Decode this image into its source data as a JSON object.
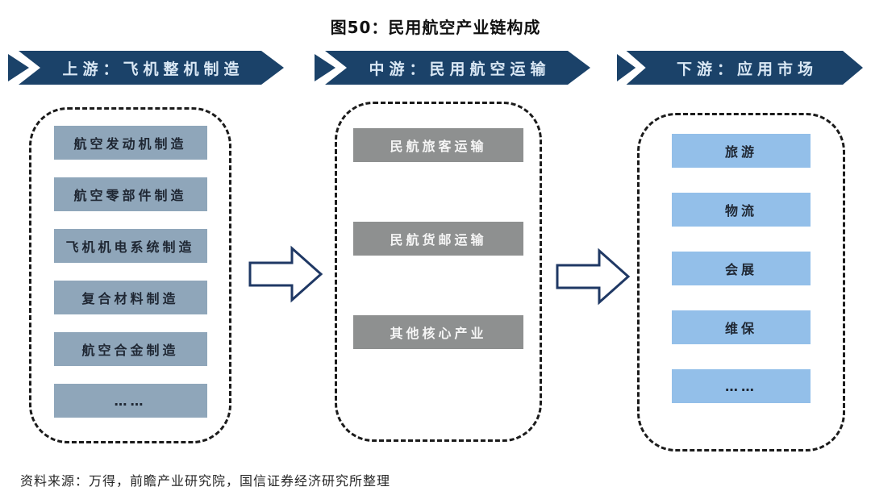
{
  "title": "图50：民用航空产业链构成",
  "source_note": "资料来源：万得，前瞻产业研究院，国信证券经济研究所整理",
  "columns": [
    {
      "banner": "上游：飞机整机制造",
      "items": [
        "航空发动机制造",
        "航空零部件制造",
        "飞机机电系统制造",
        "复合材料制造",
        "航空合金制造",
        "……"
      ]
    },
    {
      "banner": "中游：民用航空运输",
      "items": [
        "民航旅客运输",
        "民航货邮运输",
        "其他核心产业"
      ]
    },
    {
      "banner": "下游：应用市场",
      "items": [
        "旅游",
        "物流",
        "会展",
        "维保",
        "……"
      ]
    }
  ],
  "colors": {
    "banner_bg": "#1B4269",
    "banner_text": "#D9E7F4",
    "upstream_box": "#8FA6BA",
    "upstream_text": "#1F2733",
    "midstream_box": "#8E9090",
    "midstream_text": "#F5F5F5",
    "downstream_box": "#93BFE9",
    "downstream_text": "#1F2733",
    "arrow_outline": "#1F3864"
  }
}
